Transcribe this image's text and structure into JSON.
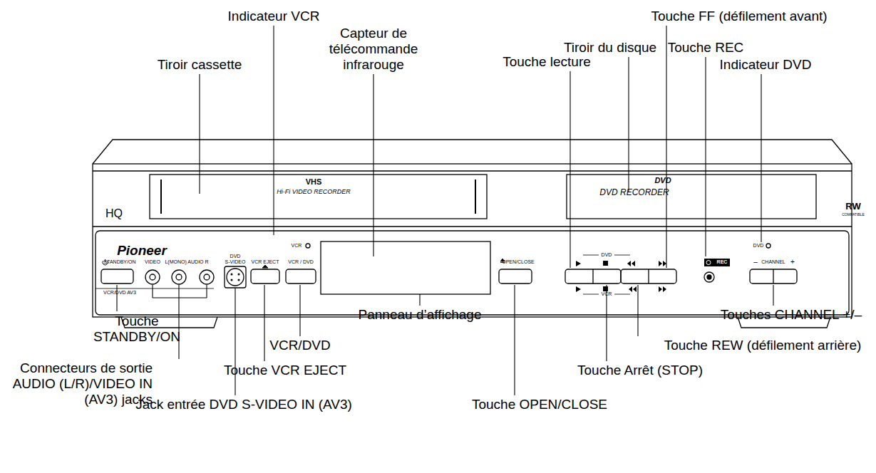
{
  "diagram": {
    "labels": [
      "Indicateur VCR",
      "Capteur de télécommande infrarouge",
      "Tiroir cassette",
      "Touche lecture",
      "Tiroir du disque",
      "Touche FF (défilement avant)",
      "Touche REC",
      "Indicateur DVD",
      "Touche STANDBY/ON",
      "Connecteurs de sortie AUDIO (L/R)/VIDEO IN (AV3) jacks",
      "Jack entrée DVD S-VIDEO IN (AV3)",
      "VCR/DVD",
      "Touche VCR EJECT",
      "Panneau d’affichage",
      "Touche OPEN/CLOSE",
      "Touche Arrêt (STOP)",
      "Touche REW (défilement arrière)",
      "Touches CHANNEL +/–",
      "HQ",
      "VHS",
      "Hi-Fi VIDEO RECORDER",
      "DVD",
      "DVD RECORDER",
      "RW",
      "COMPATIBLE",
      "Pioneer",
      "STANDBY/ON",
      "VIDEO",
      "L(MONO) AUDIO R",
      "DVD",
      "S-VIDEO",
      "VCR EJECT",
      "VCR / DVD",
      "VCR/DVD AV3",
      "VCR",
      "DVD",
      "OPEN/CLOSE",
      "DVD",
      "VCR",
      "REC",
      "CHANNEL",
      "–",
      "+"
    ]
  }
}
